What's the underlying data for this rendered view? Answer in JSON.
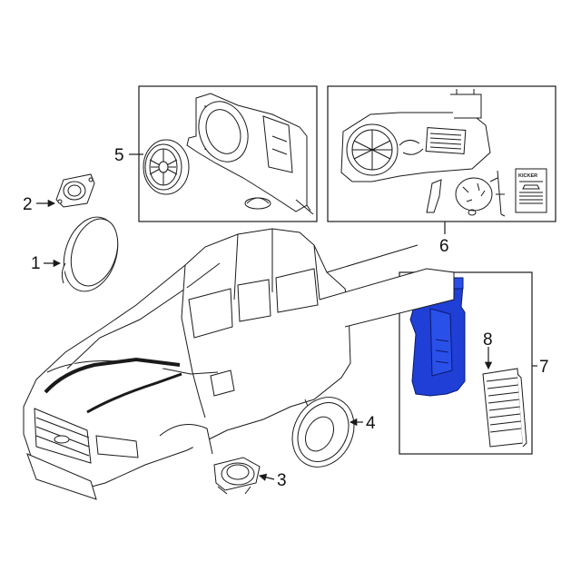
{
  "diagram": {
    "callouts": {
      "c1": "1",
      "c2": "2",
      "c3": "3",
      "c4": "4",
      "c5": "5",
      "c6": "6",
      "c7": "7",
      "c8": "8"
    },
    "manual_brand": "KICKER",
    "colors": {
      "line": "#1a1a1a",
      "highlight_part": "#1f3fd6",
      "background": "#ffffff"
    }
  }
}
